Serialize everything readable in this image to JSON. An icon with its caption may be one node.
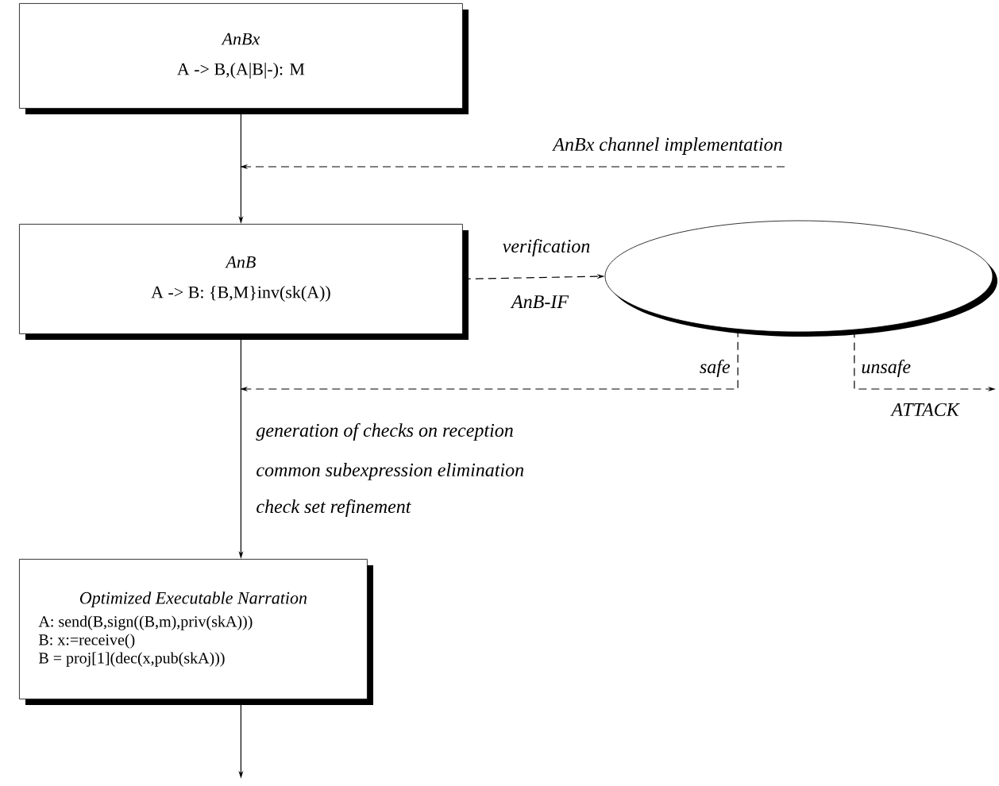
{
  "diagram": {
    "nodes": [
      {
        "text": [
          "AnBx",
          "A -> B,(A|B|-): M"
        ]
      },
      {
        "text": [
          "AnB",
          "A -> B: {B,M}inv(sk(A))"
        ]
      },
      {
        "text": [],
        "shape": "ellipse"
      },
      {
        "text": [
          "Optimized Executable Narration",
          "A: send(B,sign((B,m),priv(skA)))",
          "B: x:=receive()",
          "B = proj[1](dec(x,pub(skA)))"
        ]
      }
    ],
    "edges": [
      {
        "from": 0,
        "to": 1,
        "arrow": "to"
      },
      {
        "from": 1,
        "to": 2,
        "arrow": "to",
        "style": "dashed",
        "label": "verification"
      },
      {
        "from": 1,
        "to": 3,
        "arrow": "to"
      },
      {
        "from": 3,
        "to": null,
        "arrow": "to"
      },
      {
        "from": 2,
        "to": null,
        "arrow": "to",
        "style": "dashed",
        "label": "safe"
      },
      {
        "from": 2,
        "to": null,
        "arrow": "to",
        "style": "dashed",
        "label": "unsafe"
      }
    ],
    "labels": [
      "AnBx channel implementation",
      "AnB-IF",
      "ATTACK",
      "generation of checks on reception",
      "common subexpression elimination",
      "check set refinement"
    ]
  }
}
